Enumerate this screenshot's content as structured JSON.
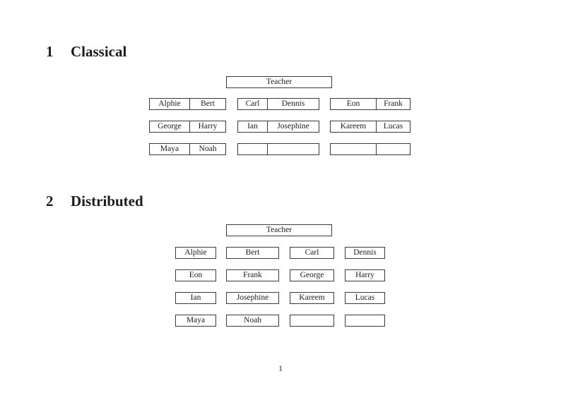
{
  "page_number": "1",
  "sections": {
    "classical": {
      "number": "1",
      "title": "Classical"
    },
    "distributed": {
      "number": "2",
      "title": "Distributed"
    }
  },
  "classical": {
    "teacher_label": "Teacher",
    "desks": [
      {
        "left": "Alphie",
        "right": "Bert"
      },
      {
        "left": "Carl",
        "right": "Dennis"
      },
      {
        "left": "Eon",
        "right": "Frank"
      },
      {
        "left": "George",
        "right": "Harry"
      },
      {
        "left": "Ian",
        "right": "Josephine"
      },
      {
        "left": "Kareem",
        "right": "Lucas"
      },
      {
        "left": "Maya",
        "right": "Noah"
      },
      {
        "left": "",
        "right": ""
      },
      {
        "left": "",
        "right": ""
      }
    ]
  },
  "distributed": {
    "teacher_label": "Teacher",
    "seats": [
      "Alphie",
      "Bert",
      "Carl",
      "Dennis",
      "Eon",
      "Frank",
      "George",
      "Harry",
      "Ian",
      "Josephine",
      "Kareem",
      "Lucas",
      "Maya",
      "Noah",
      "",
      ""
    ]
  }
}
